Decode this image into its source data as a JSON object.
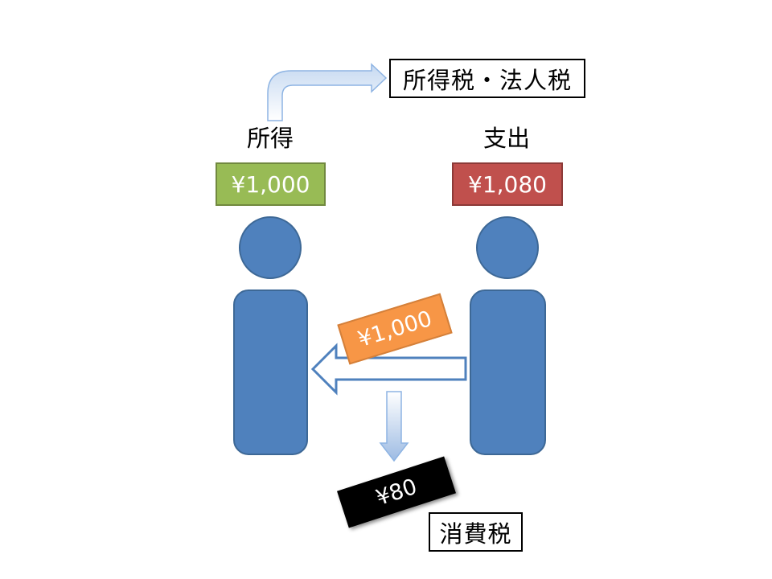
{
  "labels": {
    "income_tax_box": "所得税・法人税",
    "income": "所得",
    "expense": "支出",
    "consumption_tax_box": "消費税"
  },
  "amounts": {
    "income": "¥1,000",
    "expense": "¥1,080",
    "payment": "¥1,000",
    "consumption_tax": "¥80"
  },
  "colors": {
    "person": "#4f81bd",
    "income_box": "#98bb55",
    "expense_box": "#c0504d",
    "payment_tag": "#f79646",
    "tax_tag": "#000000"
  }
}
